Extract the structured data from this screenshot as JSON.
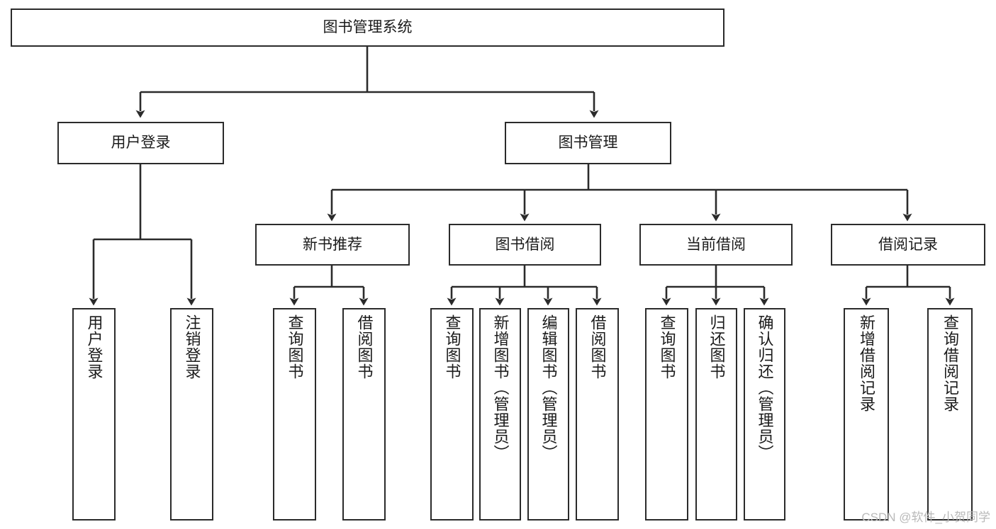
{
  "diagram": {
    "title": "图书管理系统",
    "type": "hierarchy-tree",
    "watermark": "CSDN @软件_小贺同学",
    "colors": {
      "stroke": "#2b2b2b",
      "fill": "#ffffff",
      "text": "#1b1b1b",
      "watermark": "#b9b9b9"
    },
    "nodes": {
      "root": "图书管理系统",
      "level2": {
        "user_login": "用户登录",
        "book_manage": "图书管理"
      },
      "level3": {
        "new_book_recommend": "新书推荐",
        "book_borrow": "图书借阅",
        "current_borrow": "当前借阅",
        "borrow_record": "借阅记录"
      },
      "leaves": {
        "user_login_1": "用户登录",
        "user_login_2": "注销登录",
        "recommend_1": "查询图书",
        "recommend_2": "借阅图书",
        "borrow_1": "查询图书",
        "borrow_2": "新增图书（管理员）",
        "borrow_3": "编辑图书（管理员）",
        "borrow_4": "借阅图书",
        "current_1": "查询图书",
        "current_2": "归还图书",
        "current_3": "确认归还（管理员）",
        "record_1": "新增借阅记录",
        "record_2": "查询借阅记录"
      }
    }
  }
}
